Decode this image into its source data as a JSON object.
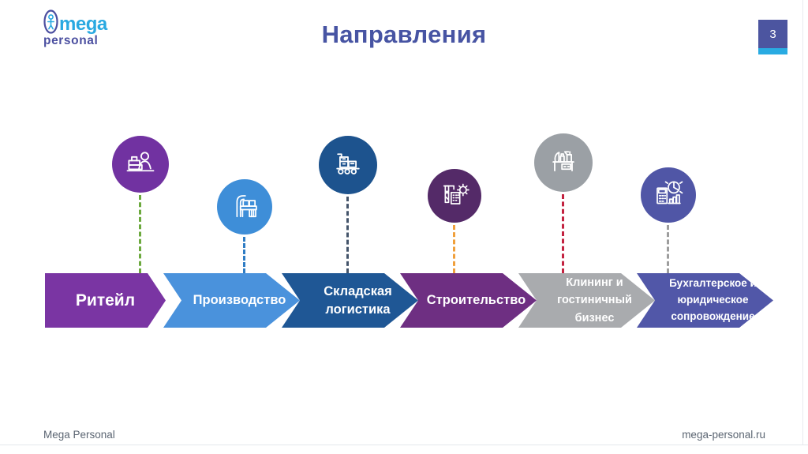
{
  "slide": {
    "title": "Направления",
    "page_number": "3",
    "footer_left": "Mega Personal",
    "footer_right": "mega-personal.ru",
    "title_color": "#4754a3"
  },
  "brand": {
    "name_top": "mega",
    "name_bottom": "personal",
    "blue": "#29a9e1",
    "indigo": "#4b4fa0"
  },
  "badge": {
    "bg": "#4c55a0",
    "strip": "#29abe2"
  },
  "directions": [
    {
      "label": "Ритейл",
      "icon": "cashier-icon",
      "chevron_color": "#7a35a3",
      "circle_color": "#7132a1",
      "connector_color": "#6ca93e"
    },
    {
      "label": "Производство",
      "icon": "conveyor-icon",
      "chevron_color": "#4a92dc",
      "circle_color": "#3e8ed8",
      "connector_color": "#2e7cc4"
    },
    {
      "label": "Складская логистика",
      "lines": [
        "Складская",
        "логистика"
      ],
      "icon": "warehouse-cart-icon",
      "chevron_color": "#1f5795",
      "circle_color": "#1d538e",
      "connector_color": "#44546a"
    },
    {
      "label": "Строительство",
      "icon": "construction-crane-icon",
      "chevron_color": "#6e2f82",
      "circle_color": "#542a68",
      "connector_color": "#f0a03c"
    },
    {
      "label": "Клининг и гостиничный бизнес",
      "lines": [
        "Клининг и",
        "гостиничный",
        "бизнес"
      ],
      "icon": "cleaning-icon",
      "chevron_color": "#a9abae",
      "circle_color": "#9ba0a5",
      "connector_color": "#c32240"
    },
    {
      "label": "Бухгалтерское и юридическое сопровождение",
      "lines": [
        "Бухгалтерское и",
        "юридическое",
        "сопровождение"
      ],
      "icon": "accounting-icon",
      "chevron_color": "#5157a8",
      "circle_color": "#5056a6",
      "connector_color": "#9d9d9d"
    }
  ]
}
